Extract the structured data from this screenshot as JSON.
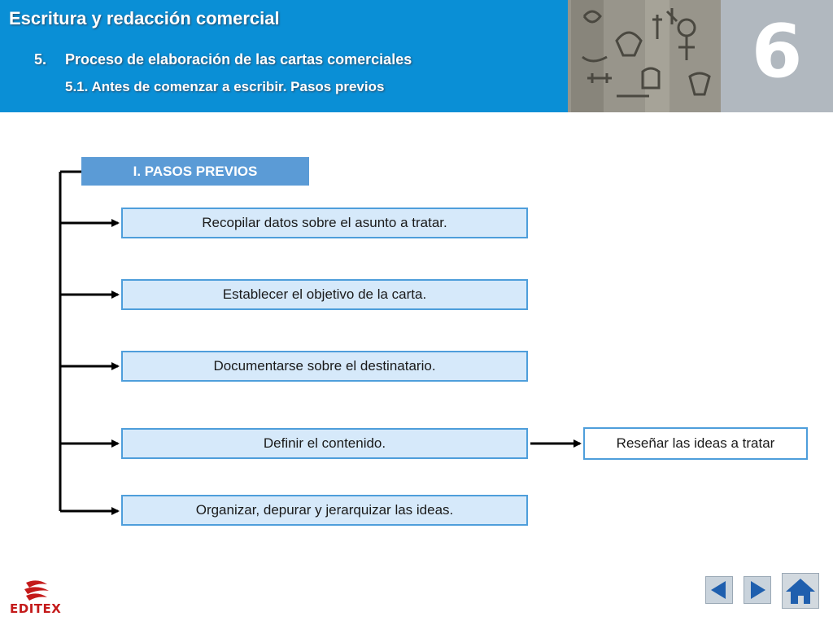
{
  "header": {
    "title": "Escritura y redacción comercial",
    "section_number": "5.",
    "section_title": "Proceso de elaboración de las cartas comerciales",
    "subsection_title": "5.1. Antes de comenzar a escribir. Pasos previos",
    "chapter_number": "6"
  },
  "diagram": {
    "heading": "I. PASOS PREVIOS",
    "steps": [
      "Recopilar datos sobre el asunto a tratar.",
      "Establecer el objetivo de la carta.",
      "Documentarse sobre el destinatario.",
      "Definir el contenido.",
      "Organizar, depurar y jerarquizar las ideas."
    ],
    "result": "Reseñar las ideas a tratar"
  },
  "footer": {
    "logo_text": "EDITEX"
  },
  "colors": {
    "header_bg": "#0a8fd6",
    "heading_bg": "#5b9bd6",
    "step_bg": "#d6e9fa",
    "step_border": "#4e9edb",
    "nav_arrow": "#1f5fae",
    "logo": "#c41a1a"
  },
  "icons": [
    "arrow-left-icon",
    "arrow-right-icon",
    "home-icon",
    "editex-logo-icon"
  ]
}
